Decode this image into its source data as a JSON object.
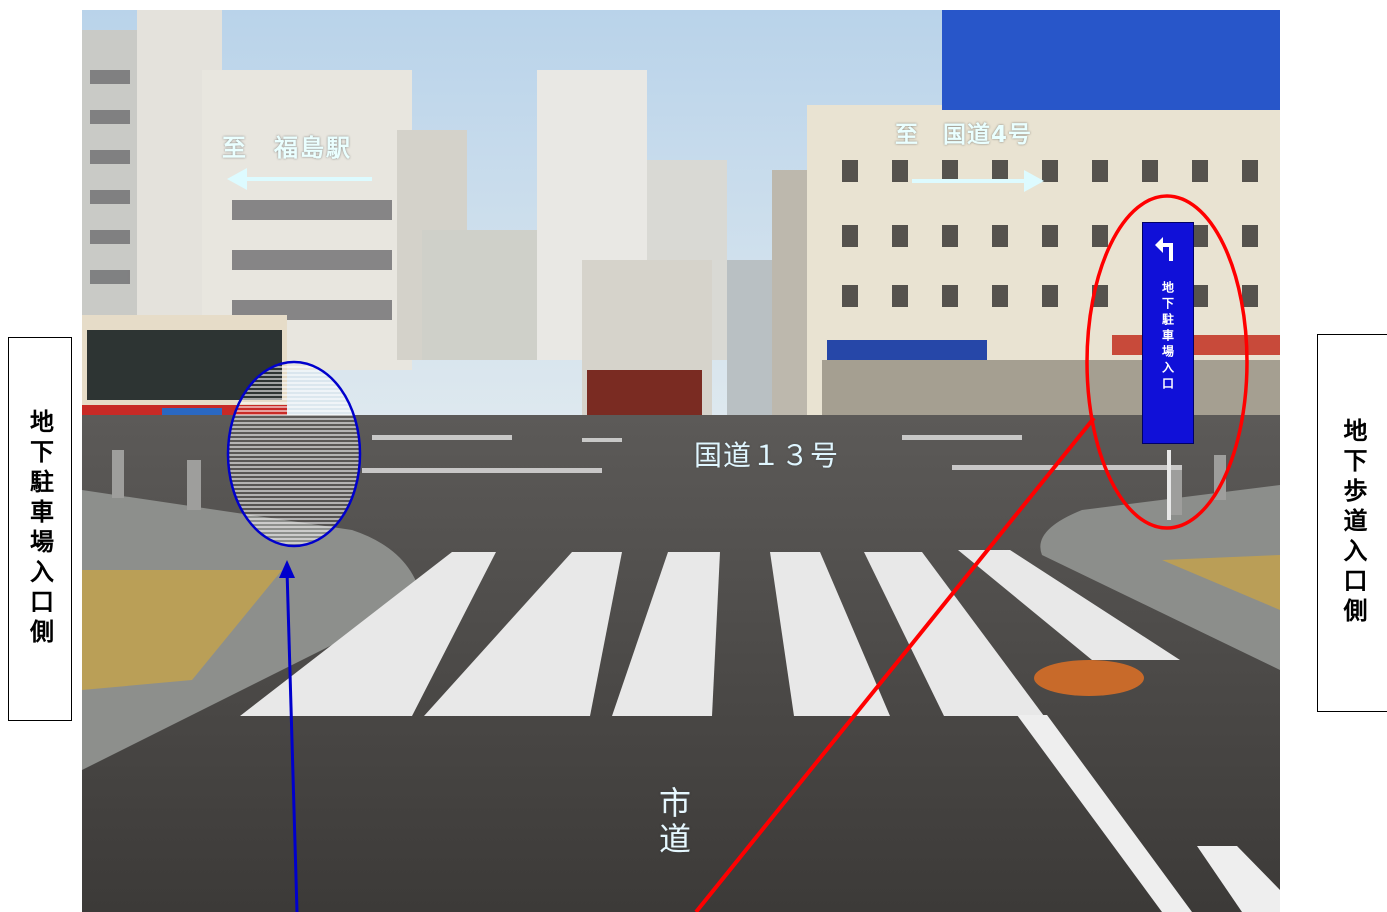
{
  "labels": {
    "to_fukushima_station": "至　福島駅",
    "to_route4": "至　国道4号",
    "route13": "国道１３号",
    "city_road": "市道",
    "underground_parking_side": "地下駐車場入口側",
    "underground_walkway_side": "地下歩道入口側",
    "sign_text": "地下駐車場入口"
  },
  "colors": {
    "red_marker": "#ff0000",
    "blue_marker": "#0000cc",
    "sign_blue": "#1010d8"
  },
  "icons": {
    "sign_arrow": "turn-left-arrow-icon"
  }
}
